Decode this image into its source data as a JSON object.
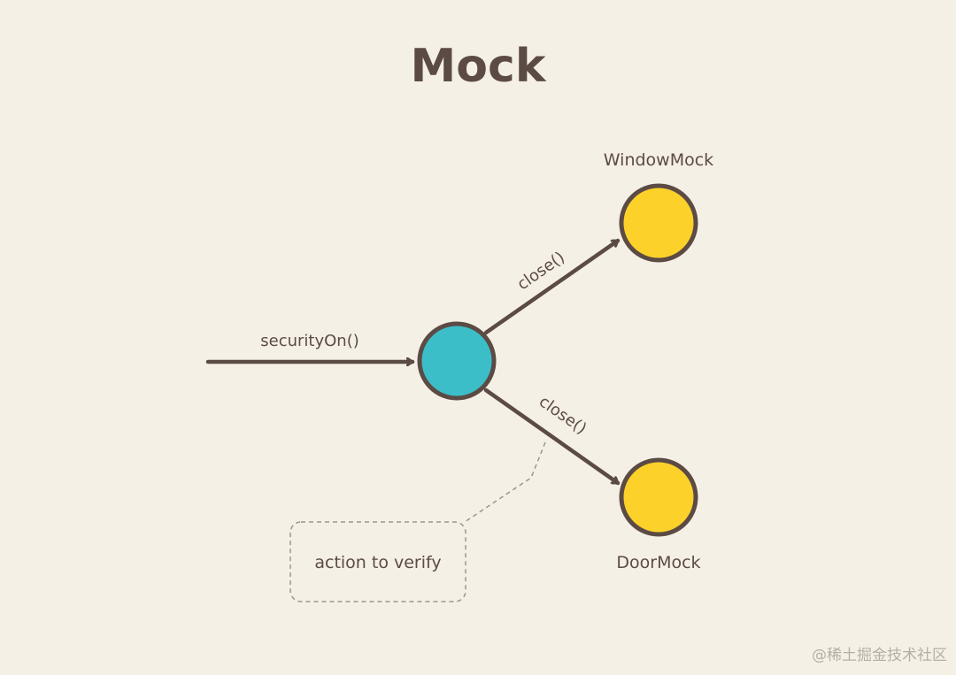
{
  "title": "Mock",
  "colors": {
    "background": "#f5f0e6",
    "ink": "#5b4b44",
    "center_node": "#3bbec8",
    "mock_node": "#fcd22a",
    "dashed": "#9c948e"
  },
  "nodes": {
    "window_mock": "WindowMock",
    "door_mock": "DoorMock"
  },
  "edges": {
    "incoming": "securityOn()",
    "to_window": "close()",
    "to_door": "close()"
  },
  "callout": "action to verify",
  "watermark": "@稀土掘金技术社区"
}
